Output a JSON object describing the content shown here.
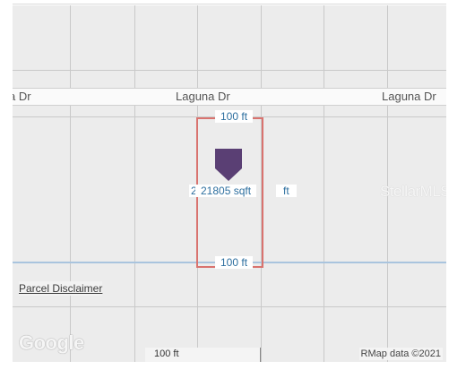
{
  "map": {
    "road_labels": [
      "a Dr",
      "Laguna Dr",
      "Laguna Dr"
    ],
    "parcel": {
      "top_dimension": "100 ft",
      "bottom_dimension": "100 ft",
      "area": "21805 sqft",
      "left_fragment": "2",
      "right_fragment": "ft"
    },
    "parcel_disclaimer": "Parcel Disclaimer",
    "watermark": "StellarMLS",
    "google_logo": "Google",
    "scale": "100 ft",
    "attribution": "Map data ©2021",
    "colors": {
      "parcel_border": "#d9736f",
      "marker": "#5a3f74",
      "dimension_text": "#2d6f9f"
    },
    "icons": {
      "marker": "property-pin-icon"
    }
  }
}
